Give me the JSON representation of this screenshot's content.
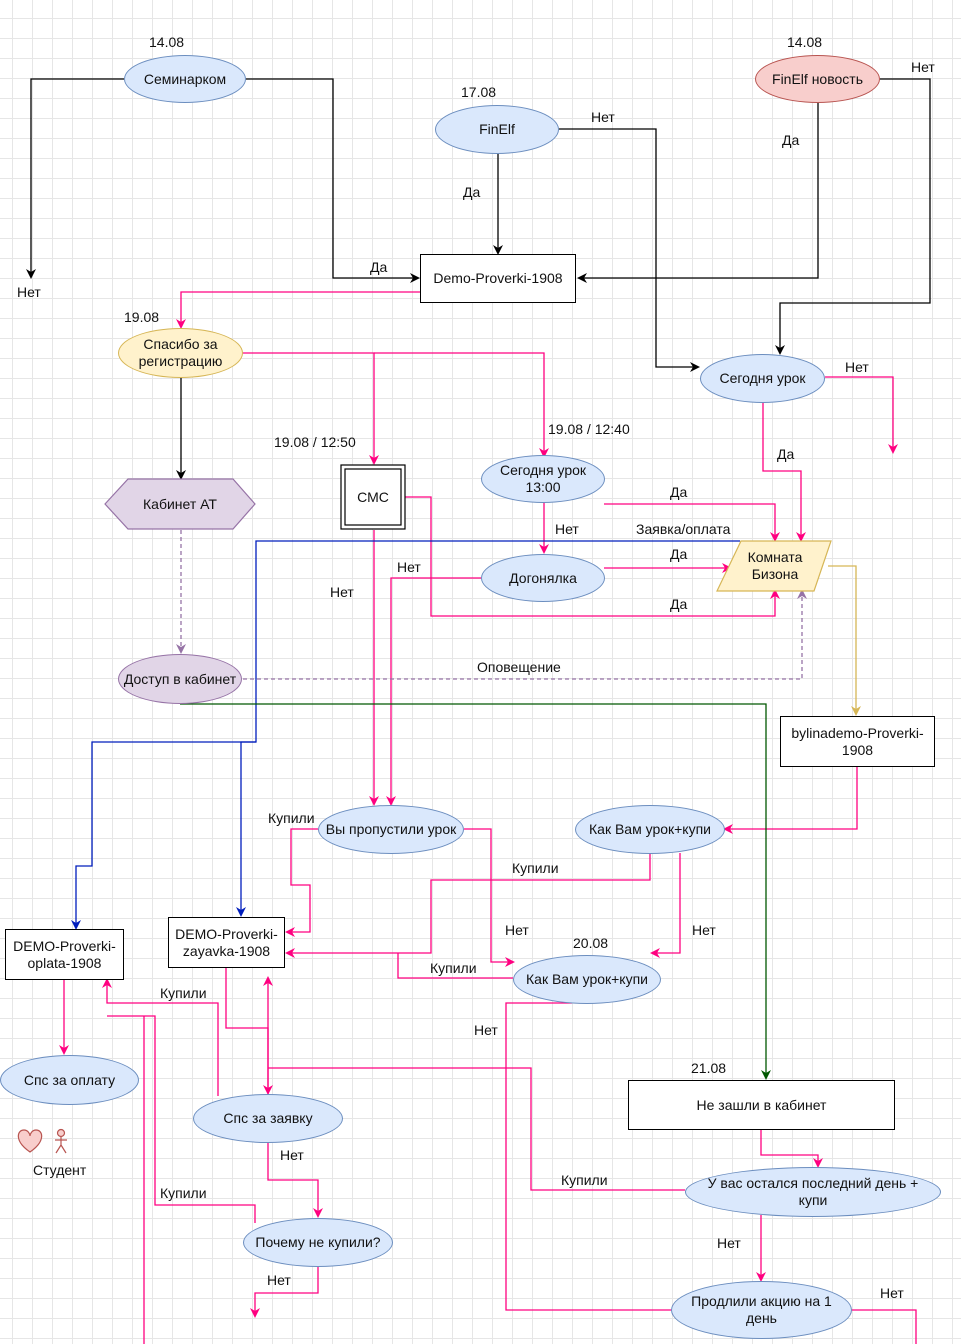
{
  "nodes": {
    "seminarkom": "Семинарком",
    "finelf": "FinElf",
    "finelf_news": "FinElf новость",
    "demo_proverki": "Demo-Proverki-1908",
    "spasibo": "Спасибо за регистрацию",
    "segodnya_urok": "Сегодня урок",
    "segodnya_urok_1300": "Сегодня урок 13:00",
    "kabinet_at": "Кабинет АТ",
    "sms": "СМС",
    "dogonyalka": "Догонялка",
    "komnata_bizona": "Комната Бизона",
    "dostup": "Доступ в кабинет",
    "bylinademo": "bylinademo-Proverki-1908",
    "vy_propustili": "Вы пропустили урок",
    "kak_vam_1": "Как Вам урок+купи",
    "kak_vam_2": "Как Вам урок+купи",
    "demo_oplata": "DEMO-Proverki-oplata-1908",
    "demo_zayavka": "DEMO-Proverki-zayavka-1908",
    "sps_oplatu": "Спс за оплату",
    "sps_zayavku": "Спс за заявку",
    "pochemu": "Почему не купили?",
    "ne_zashli": "Не зашли в кабинет",
    "posledniy_den": "У вас остался последний день + купи",
    "prodlili": "Продлили акцию на 1 день",
    "student": "Студент"
  },
  "dates": {
    "d1408a": "14.08",
    "d1408b": "14.08",
    "d1708": "17.08",
    "d1908": "19.08",
    "d1908_1250": "19.08 / 12:50",
    "d1908_1240": "19.08 / 12:40",
    "d2008": "20.08",
    "d2108": "21.08"
  },
  "edge_labels": {
    "net_sem": "Нет",
    "net_finelf": "Нет",
    "net_news": "Нет",
    "da_news": "Да",
    "da_finelf": "Да",
    "da_sem": "Да",
    "net_segodnya": "Нет",
    "da_segodnya": "Да",
    "da_1300": "Да",
    "net_1300": "Нет",
    "zayavka_oplata": "Заявка/оплата",
    "da_dogon": "Да",
    "net_dogon": "Нет",
    "net_sms": "Нет",
    "da_sms": "Да",
    "opoveshenie": "Оповещение",
    "kupili_vy": "Купили",
    "kupili_kak1": "Купили",
    "net_vy": "Нет",
    "net_kak1": "Нет",
    "kupili_kak2": "Купили",
    "kupili_sps": "Купили",
    "net_kak2": "Нет",
    "net_sps": "Нет",
    "kupili_pochemu": "Купили",
    "net_pochemu": "Нет",
    "kupili_posl": "Купили",
    "net_posl": "Нет",
    "net_prodlili": "Нет"
  },
  "colors": {
    "black": "#000000",
    "pink": "#ff0080",
    "blue": "#001dbc",
    "green": "#005700",
    "tan": "#d6b656",
    "purple_dashed": "#9673a6"
  }
}
